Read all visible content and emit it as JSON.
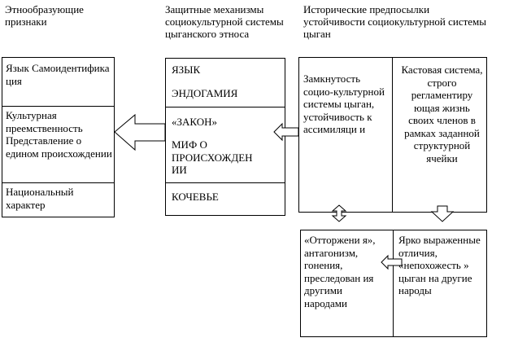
{
  "headers": {
    "col1": "Этнообразующие признаки",
    "col2": "Защитные механизмы социокультурной системы цыганского этноса",
    "col3": "Исторические предпосылки устойчивости социокультурной системы цыган"
  },
  "left_box": {
    "sec1": "Язык Самоидентифика ция",
    "sec2": "Культурная преемственность Представление о едином происхождении",
    "sec3": "Национальный характер"
  },
  "middle_box": {
    "item1": "ЯЗЫК",
    "item2": "ЭНДОГАМИЯ",
    "item3": "«ЗАКОН»",
    "item4": "МИФ О ПРОИСХОЖДЕН ИИ",
    "item5": "КОЧЕВЬЕ"
  },
  "top_right_box": {
    "left": "Замкнутость социо-культурной системы цыган, устойчивость к ассимиляци и",
    "right": "Кастовая система, строго регламентиру ющая жизнь своих членов в рамках заданной структурной ячейки"
  },
  "bottom_right_box": {
    "left": "«Отторжени я», антагонизм, гонения, преследован ия другими народами",
    "right": "Ярко выраженные отличия, «непохожесть » цыган на другие народы"
  }
}
